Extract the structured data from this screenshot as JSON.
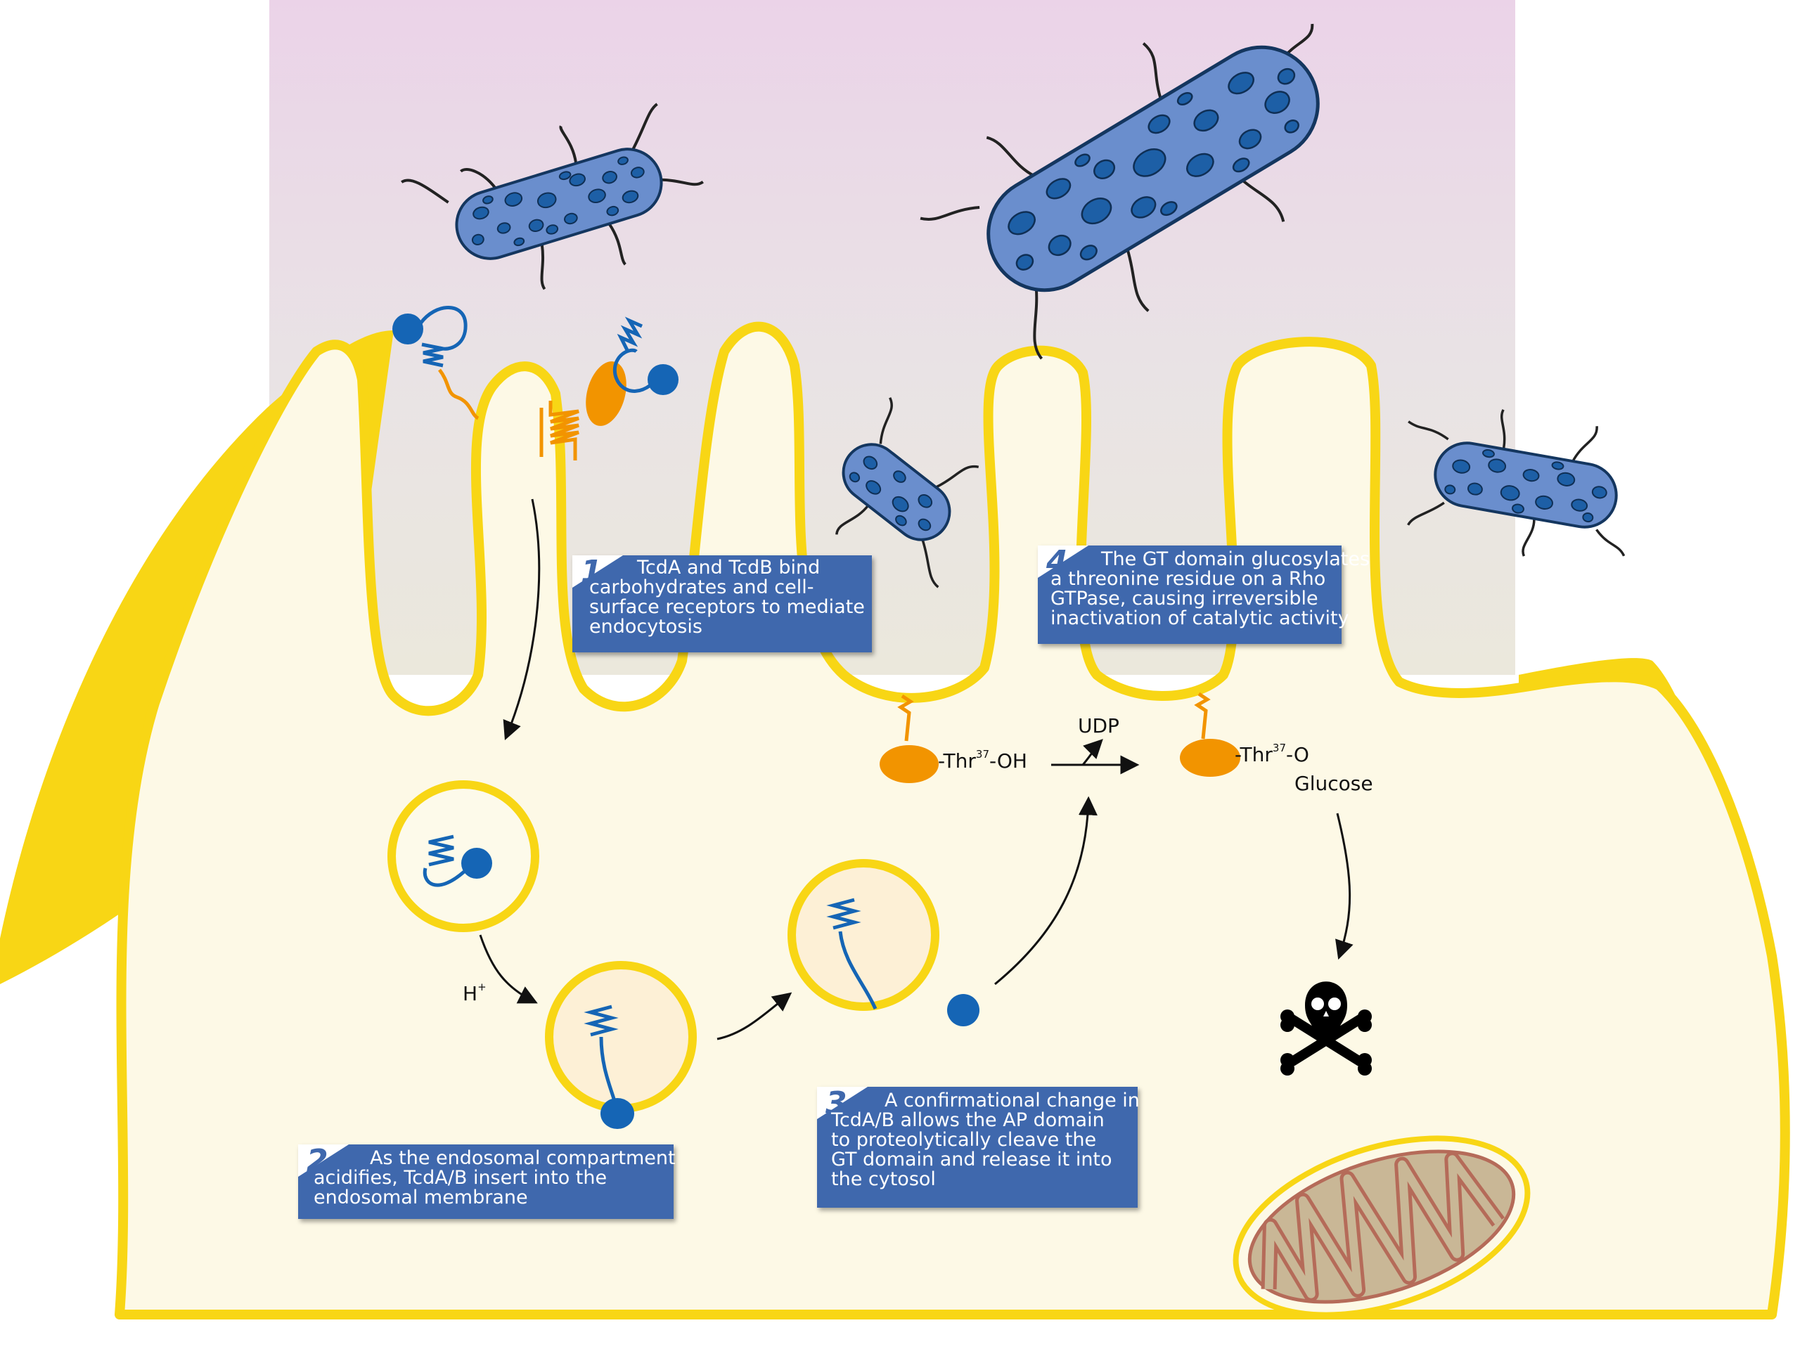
{
  "colors": {
    "extracellular": "#e8d2e8",
    "cytosol": "#fdf9e6",
    "membrane": "#f8d615",
    "membrane_fill": "#fdfaea",
    "step_box": "#3f68ad",
    "toxin_blue": "#1565b5",
    "receptor_orange": "#f29400",
    "bacterium_body": "#6a8ecd",
    "bacterium_spot": "#1d5fa6",
    "mito_inner": "#c9b796",
    "mito_crista": "#b56b59"
  },
  "icons": [
    "bacterium-icon",
    "toxin-icon",
    "receptor-icon",
    "rho-gtpase-icon",
    "skull-crossbones-icon",
    "mitochondrion-icon",
    "endosome-icon"
  ],
  "steps": [
    {
      "number": "1",
      "text": "TcdA and TcdB bind\ncarbohydrates and cell-\nsurface receptors to mediate\nendocytosis"
    },
    {
      "number": "2",
      "text": "As the endosomal compartment\nacidifies, TcdA/B insert into the\nendosomal membrane"
    },
    {
      "number": "3",
      "text": "A confirmational change in\nTcdA/B allows the AP domain\nto proteolytically cleave the\nGT domain and release it into\nthe cytosol"
    },
    {
      "number": "4",
      "text": "The GT domain glucosylates\na threonine residue on a Rho\nGTPase, causing irreversible\ninactivation of catalytic activity"
    }
  ],
  "labels": {
    "thr_prefix": "-Thr",
    "thr_superscript": "37",
    "thr_left_suffix": "-OH",
    "thr_right_suffix": "-O",
    "glucose": "Glucose",
    "udp": "UDP",
    "proton": "H",
    "proton_superscript": "+"
  }
}
